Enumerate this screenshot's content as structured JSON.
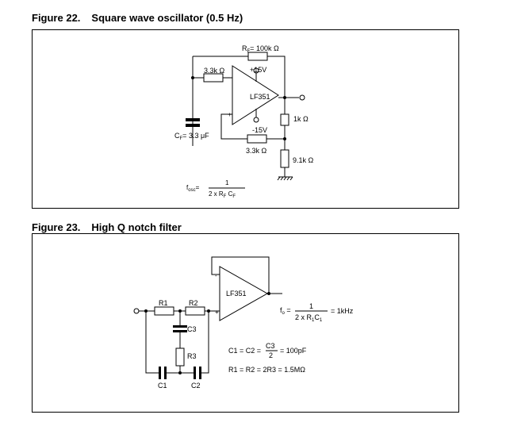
{
  "figure22": {
    "number": "Figure 22.",
    "title": "Square wave oscillator (0.5 Hz)",
    "opamp": "LF351",
    "rf": "100k Ω",
    "rf_label": "R",
    "rf_sub": "F",
    "r_input": "3.3k Ω",
    "r_feedback": "3.3k Ω",
    "r_out1": "1k Ω",
    "r_out2": "9.1k Ω",
    "cap": "3.3 μF",
    "cap_label": "C",
    "cap_sub": "F",
    "v_pos": "+15V",
    "v_neg": "-15V",
    "formula": {
      "lhs": "f",
      "lhs_sub": "osc",
      "numerator": "1",
      "denominator": "2 x R",
      "den_sub1": "F",
      "den_mid": " C",
      "den_sub2": "F"
    }
  },
  "figure23": {
    "number": "Figure 23.",
    "title": "High Q notch filter",
    "opamp": "LF351",
    "r1": "R1",
    "r2": "R2",
    "r3": "R3",
    "c1": "C1",
    "c2": "C2",
    "c3": "C3",
    "formula1": {
      "lhs": "f",
      "lhs_sub": "o",
      "numerator": "1",
      "denominator": "2 x R",
      "den_sub1": "1",
      "den_mid": "C",
      "den_sub2": "1",
      "result": "= 1kHz"
    },
    "formula2": {
      "lhs": "C1 = C2 =",
      "numerator": "C3",
      "denominator": "2",
      "result": "= 100pF"
    },
    "formula3": "R1 = R2 = 2R3 = 1.5MΩ"
  }
}
